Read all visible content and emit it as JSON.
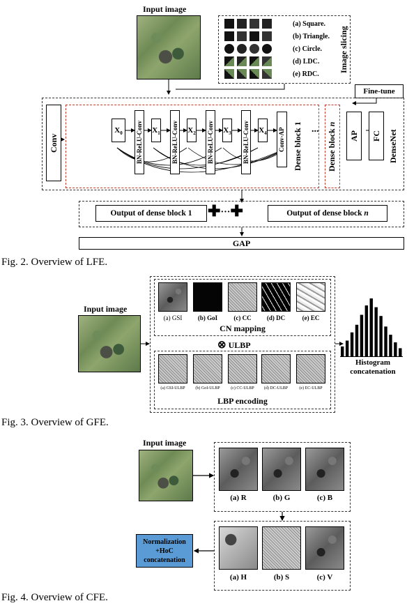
{
  "fig2": {
    "input_label": "Input image",
    "slicing_items": [
      "(a) Square.",
      "(b) Triangle.",
      "(c) Circle.",
      "(d) LDC.",
      "(e) RDC."
    ],
    "slicing_title": "Image slicing",
    "finetune": "Fine-tune",
    "conv": "Conv",
    "x_nodes": [
      "X",
      "X",
      "X",
      "X",
      "X"
    ],
    "x_subs": [
      "0",
      "1",
      "2",
      "3",
      "4"
    ],
    "bn": "BN-ReLU-Conv",
    "conv_ap": "Conv-AP",
    "dense1": "Dense block 1",
    "ellipsis": "...",
    "densen_prefix": "Dense block ",
    "densen_n": "n",
    "ap": "AP",
    "fc": "FC",
    "densenet": "DenseNet",
    "out1": "Output of dense block 1",
    "dots": "···",
    "outn_prefix": "Output of dense block ",
    "outn_n": "n",
    "gap": "GAP",
    "caption": "Fig. 2.  Overview of LFE."
  },
  "fig3": {
    "input_label": "Input image",
    "cn_items": [
      "(a) GSI",
      "(b) GoI",
      "(c) CC",
      "(d) DC",
      "(e) EC"
    ],
    "cn_title": "CN mapping",
    "ulbp": "ULBP",
    "lbp_items": [
      "(a) GSI-ULBP",
      "(b) GoI-ULBP",
      "(c) CC-ULBP",
      "(d) DC-ULBP",
      "(e) EC-ULBP"
    ],
    "lbp_title": "LBP encoding",
    "histogram_label": "Histogram concatenation",
    "histogram_values": [
      0.18,
      0.28,
      0.42,
      0.55,
      0.72,
      0.88,
      1.0,
      0.85,
      0.7,
      0.52,
      0.38,
      0.25,
      0.15
    ],
    "caption": "Fig. 3.  Overview of GFE."
  },
  "fig4": {
    "input_label": "Input image",
    "rgb_items": [
      "(a) R",
      "(b) G",
      "(c) B"
    ],
    "hsv_items": [
      "(a) H",
      "(b) S",
      "(c) V"
    ],
    "norm_box": "Normalization +HoC concatenation",
    "norm_color": "#5b9bd5",
    "caption": "Fig. 4.  Overview of CFE."
  }
}
